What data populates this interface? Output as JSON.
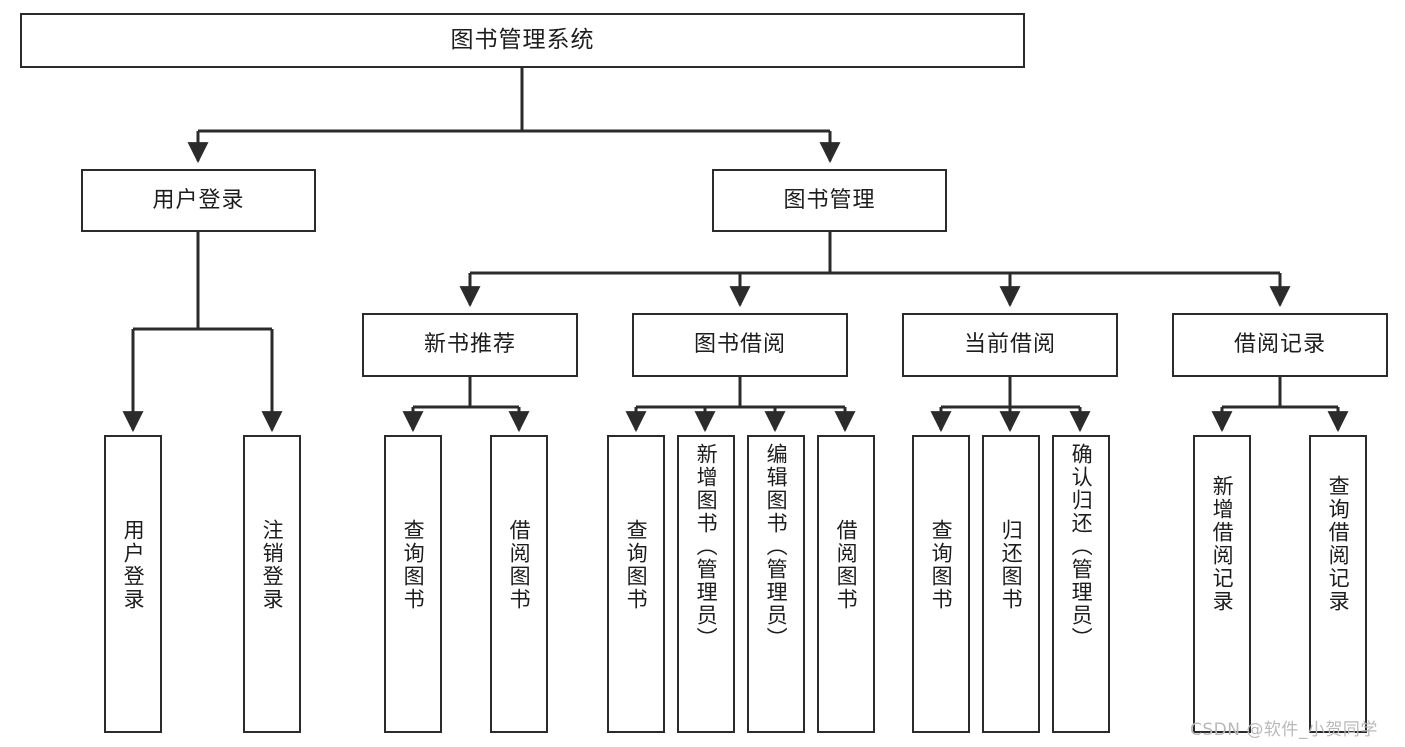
{
  "diagram": {
    "type": "tree",
    "title": "图书管理系统",
    "watermark": "CSDN @软件_小贺同学",
    "colors": {
      "box_border": "#2b2b2b",
      "box_fill": "#ffffff",
      "connector": "#2b2b2b",
      "text": "#1d1d1d",
      "watermark": "#b9b9b9",
      "background": "#ffffff"
    },
    "nodes": {
      "root": {
        "label": "图书管理系统"
      },
      "level2": [
        {
          "id": "user-login",
          "label": "用户登录"
        },
        {
          "id": "book-manage",
          "label": "图书管理"
        }
      ],
      "level3": [
        {
          "id": "new-book-recommend",
          "label": "新书推荐"
        },
        {
          "id": "book-borrow",
          "label": "图书借阅"
        },
        {
          "id": "current-borrow",
          "label": "当前借阅"
        },
        {
          "id": "borrow-record",
          "label": "借阅记录"
        }
      ],
      "leaves": {
        "user-login": [
          {
            "id": "leaf-user-login",
            "label": "用户登录"
          },
          {
            "id": "leaf-user-logout",
            "label": "注销登录"
          }
        ],
        "new-book-recommend": [
          {
            "id": "leaf-query-book-1",
            "label": "查询图书"
          },
          {
            "id": "leaf-borrow-book-1",
            "label": "借阅图书"
          }
        ],
        "book-borrow": [
          {
            "id": "leaf-query-book-2",
            "label": "查询图书"
          },
          {
            "id": "leaf-add-book",
            "label": "新增图书（管理员）"
          },
          {
            "id": "leaf-edit-book",
            "label": "编辑图书（管理员）"
          },
          {
            "id": "leaf-borrow-book-2",
            "label": "借阅图书"
          }
        ],
        "current-borrow": [
          {
            "id": "leaf-query-book-3",
            "label": "查询图书"
          },
          {
            "id": "leaf-return-book",
            "label": "归还图书"
          },
          {
            "id": "leaf-confirm-return",
            "label": "确认归还（管理员）"
          }
        ],
        "borrow-record": [
          {
            "id": "leaf-add-record",
            "label": "新增借阅记录"
          },
          {
            "id": "leaf-query-record",
            "label": "查询借阅记录"
          }
        ]
      }
    },
    "edges": [
      {
        "from": "图书管理系统",
        "to": "用户登录"
      },
      {
        "from": "图书管理系统",
        "to": "图书管理"
      },
      {
        "from": "用户登录",
        "to": "用户登录"
      },
      {
        "from": "用户登录",
        "to": "注销登录"
      },
      {
        "from": "图书管理",
        "to": "新书推荐"
      },
      {
        "from": "图书管理",
        "to": "图书借阅"
      },
      {
        "from": "图书管理",
        "to": "当前借阅"
      },
      {
        "from": "图书管理",
        "to": "借阅记录"
      },
      {
        "from": "新书推荐",
        "to": "查询图书"
      },
      {
        "from": "新书推荐",
        "to": "借阅图书"
      },
      {
        "from": "图书借阅",
        "to": "查询图书"
      },
      {
        "from": "图书借阅",
        "to": "新增图书（管理员）"
      },
      {
        "from": "图书借阅",
        "to": "编辑图书（管理员）"
      },
      {
        "from": "图书借阅",
        "to": "借阅图书"
      },
      {
        "from": "当前借阅",
        "to": "查询图书"
      },
      {
        "from": "当前借阅",
        "to": "归还图书"
      },
      {
        "from": "当前借阅",
        "to": "确认归还（管理员）"
      },
      {
        "from": "借阅记录",
        "to": "新增借阅记录"
      },
      {
        "from": "借阅记录",
        "to": "查询借阅记录"
      }
    ]
  }
}
